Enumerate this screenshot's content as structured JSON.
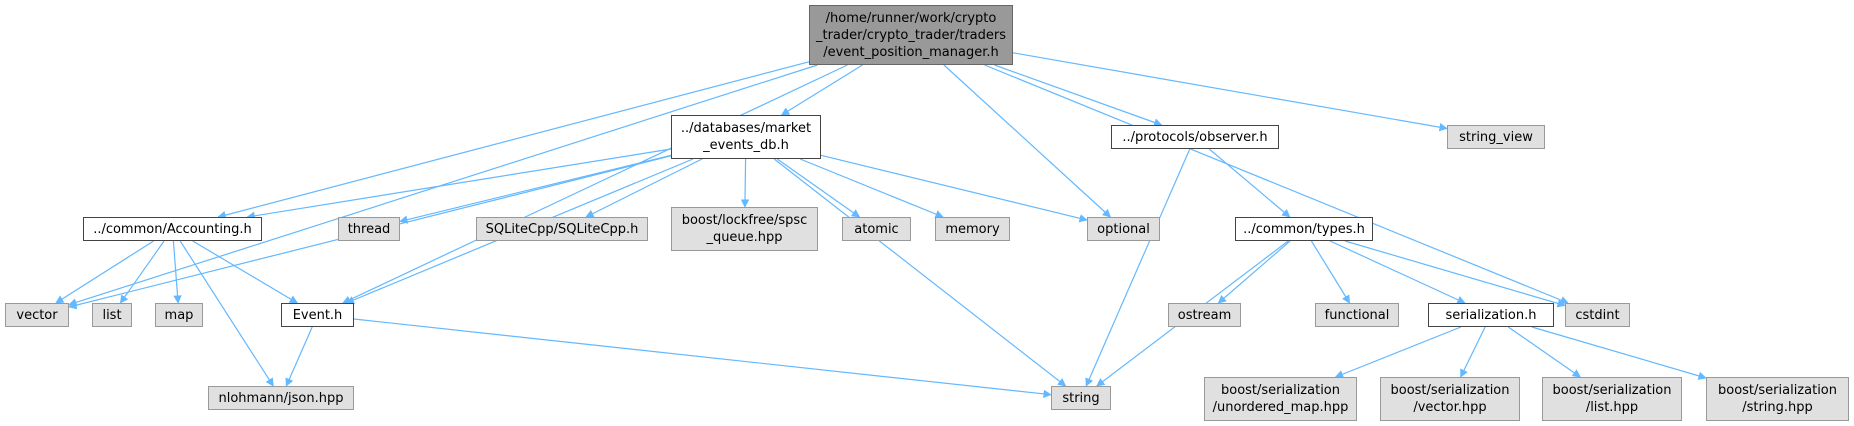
{
  "colors": {
    "edge": "#63b8ff",
    "root_fill": "#999999",
    "local_fill": "#ffffff",
    "system_fill": "#e0e0e0"
  },
  "nodes": {
    "root": "/home/runner/work/crypto\n_trader/crypto_trader/traders\n/event_position_manager.h",
    "market_events_db": "../databases/market\n_events_db.h",
    "observer": "../protocols/observer.h",
    "string_view": "string_view",
    "accounting": "../common/Accounting.h",
    "thread": "thread",
    "sqlitecpp": "SQLiteCpp/SQLiteCpp.h",
    "spsc_queue": "boost/lockfree/spsc\n_queue.hpp",
    "atomic": "atomic",
    "memory": "memory",
    "optional": "optional",
    "types": "../common/types.h",
    "vector": "vector",
    "list": "list",
    "map": "map",
    "event": "Event.h",
    "ostream": "ostream",
    "functional": "functional",
    "serialization": "serialization.h",
    "cstdint": "cstdint",
    "json": "nlohmann/json.hpp",
    "string": "string",
    "ser_unordered_map": "boost/serialization\n/unordered_map.hpp",
    "ser_vector": "boost/serialization\n/vector.hpp",
    "ser_list": "boost/serialization\n/list.hpp",
    "ser_string": "boost/serialization\n/string.hpp"
  },
  "edges": [
    [
      "root",
      "market_events_db"
    ],
    [
      "root",
      "observer"
    ],
    [
      "root",
      "string_view"
    ],
    [
      "root",
      "accounting"
    ],
    [
      "root",
      "vector"
    ],
    [
      "root",
      "event"
    ],
    [
      "root",
      "optional"
    ],
    [
      "root",
      "cstdint"
    ],
    [
      "market_events_db",
      "accounting"
    ],
    [
      "market_events_db",
      "vector"
    ],
    [
      "market_events_db",
      "thread"
    ],
    [
      "market_events_db",
      "sqlitecpp"
    ],
    [
      "market_events_db",
      "spsc_queue"
    ],
    [
      "market_events_db",
      "atomic"
    ],
    [
      "market_events_db",
      "memory"
    ],
    [
      "market_events_db",
      "optional"
    ],
    [
      "market_events_db",
      "event"
    ],
    [
      "market_events_db",
      "string"
    ],
    [
      "observer",
      "types"
    ],
    [
      "observer",
      "string"
    ],
    [
      "accounting",
      "vector"
    ],
    [
      "accounting",
      "list"
    ],
    [
      "accounting",
      "map"
    ],
    [
      "accounting",
      "event"
    ],
    [
      "accounting",
      "json"
    ],
    [
      "event",
      "json"
    ],
    [
      "event",
      "string"
    ],
    [
      "types",
      "ostream"
    ],
    [
      "types",
      "string"
    ],
    [
      "types",
      "functional"
    ],
    [
      "types",
      "serialization"
    ],
    [
      "types",
      "cstdint"
    ],
    [
      "serialization",
      "ser_unordered_map"
    ],
    [
      "serialization",
      "ser_vector"
    ],
    [
      "serialization",
      "ser_list"
    ],
    [
      "serialization",
      "ser_string"
    ]
  ]
}
